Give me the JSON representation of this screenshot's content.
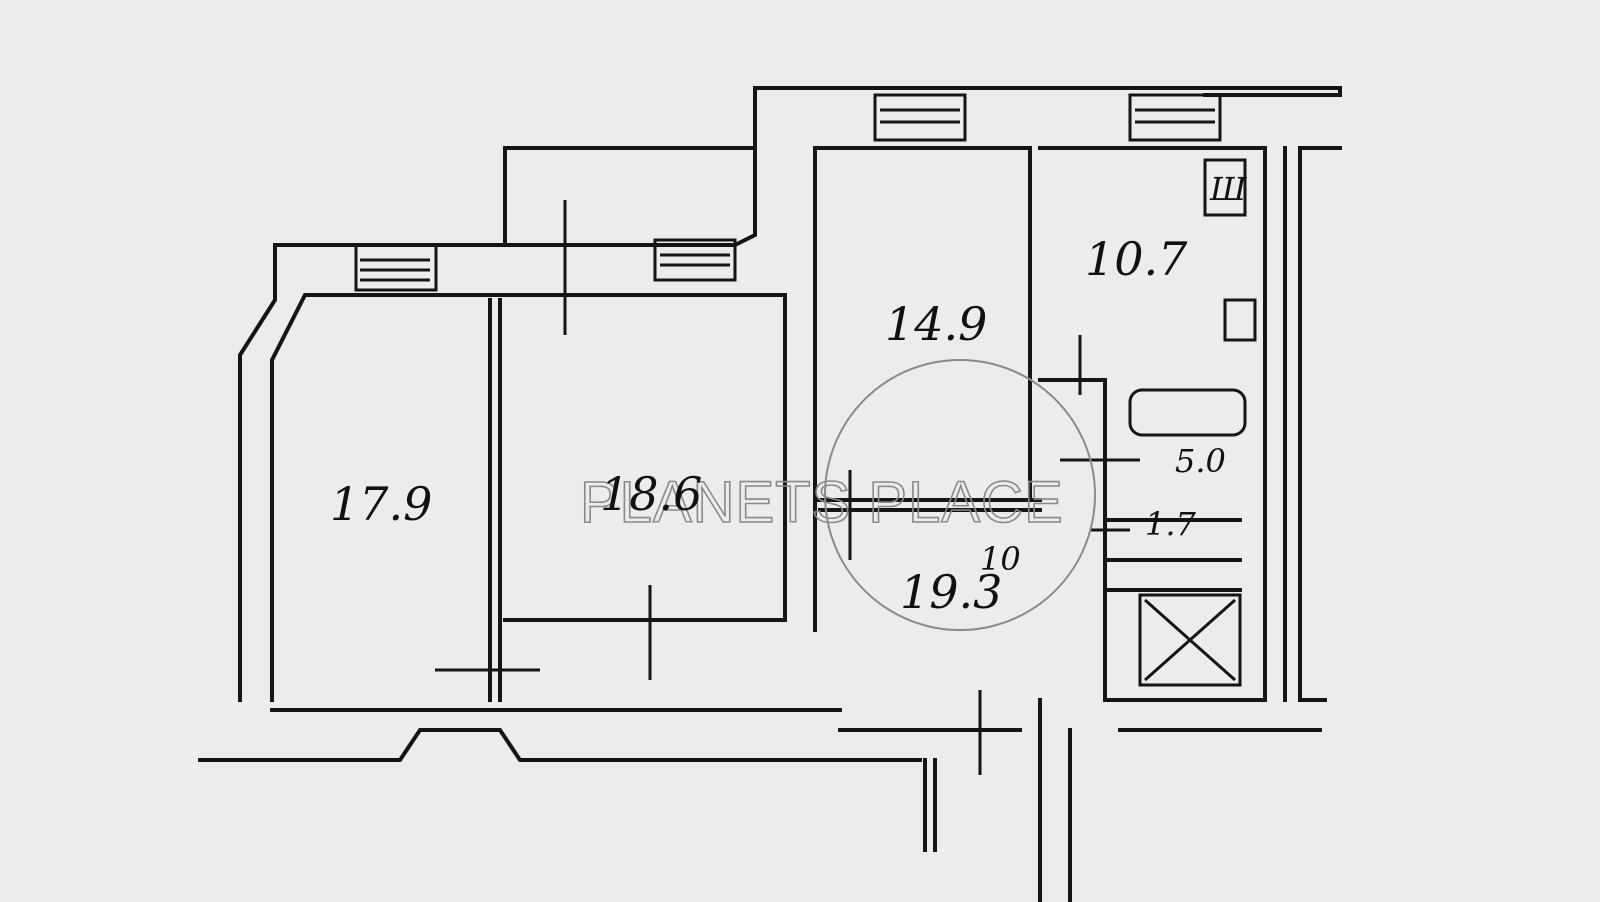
{
  "rooms": [
    {
      "id": "room-left",
      "area": "17.9"
    },
    {
      "id": "room-middle",
      "area": "18.6"
    },
    {
      "id": "room-right",
      "area": "14.9"
    },
    {
      "id": "kitchen",
      "area": "10.7"
    },
    {
      "id": "hallway",
      "area": "19.3"
    },
    {
      "id": "bathroom",
      "area": "5.0"
    },
    {
      "id": "toilet",
      "area": "1.7"
    }
  ],
  "annotations": {
    "hall_extra": "10",
    "stove_mark": "Ш"
  },
  "watermark": "PLANETS PLACE",
  "colors": {
    "paper": "#ececea",
    "ink": "#151515",
    "watermark": "#8a8a8a"
  }
}
